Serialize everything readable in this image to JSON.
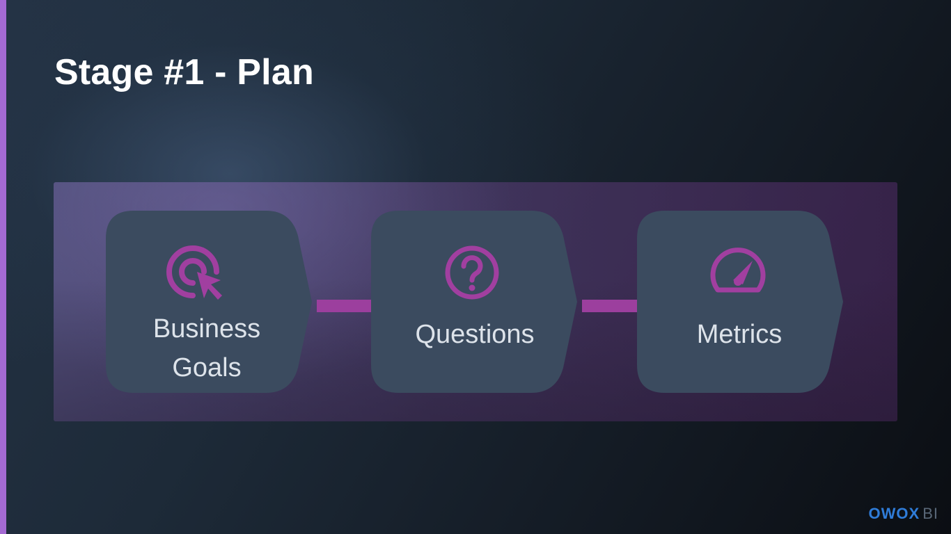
{
  "title": "Stage #1 - Plan",
  "steps": [
    {
      "label_lines": [
        "Business",
        "Goals"
      ],
      "icon": "target-cursor-icon"
    },
    {
      "label_lines": [
        "Questions"
      ],
      "icon": "question-circle-icon"
    },
    {
      "label_lines": [
        "Metrics"
      ],
      "icon": "speedometer-icon"
    }
  ],
  "colors": {
    "accent": "#9c3f9e",
    "step_fill": "#3b4b5f",
    "title": "#ffffff",
    "label": "#dde3ea"
  },
  "logo": {
    "brand": "OWOX",
    "suffix": "BI"
  }
}
